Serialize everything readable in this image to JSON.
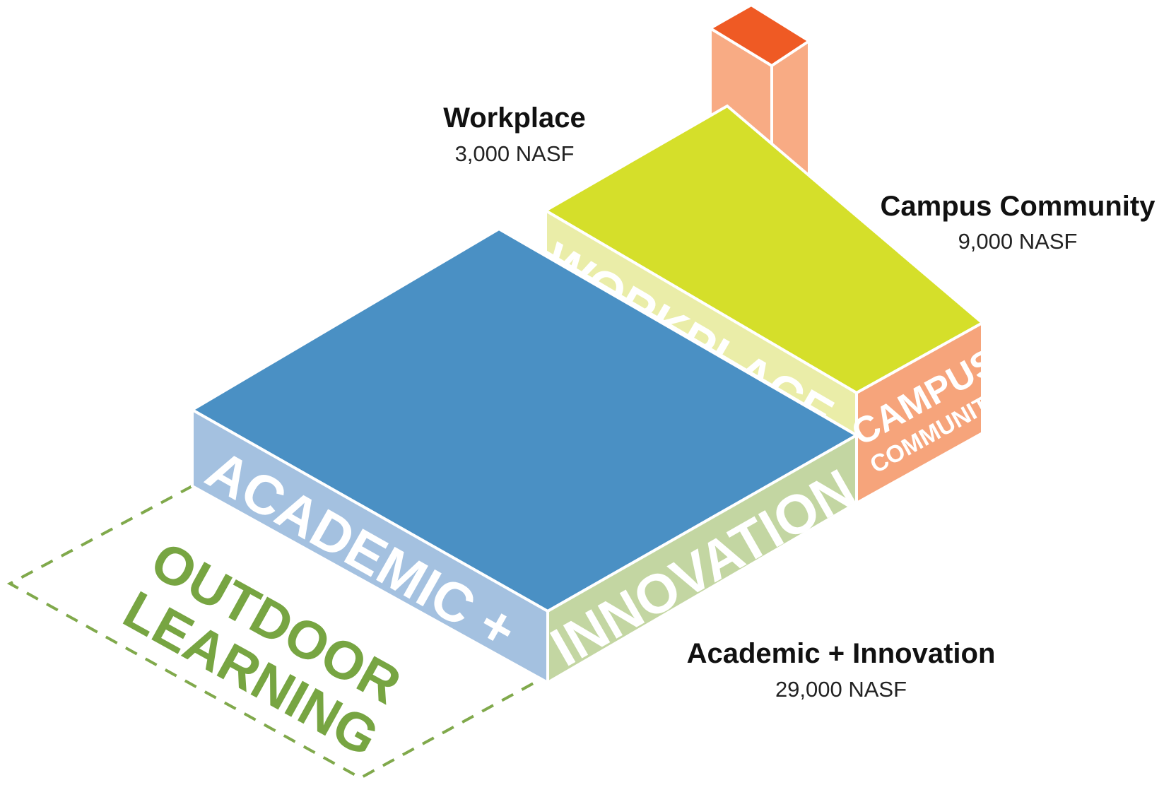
{
  "diagram": {
    "blocks": {
      "academic_innovation": {
        "face_label_left": "ACADEMIC +",
        "face_label_right": "INNOVATION",
        "callout_name": "Academic + Innovation",
        "callout_area": "29,000 NASF",
        "colors": {
          "top": "#4a90c4",
          "left": "#a4c1e0",
          "right": "#c3d6a2"
        }
      },
      "workplace": {
        "face_label": "WORKPLACE",
        "callout_name": "Workplace",
        "callout_area": "3,000 NASF",
        "colors": {
          "top": "#d5df2a",
          "side": "#eaeda8"
        }
      },
      "campus_community": {
        "face_label_line1": "CAMPUS",
        "face_label_line2": "COMMUNITY",
        "callout_name": "Campus Community",
        "callout_area": "9,000 NASF",
        "colors": {
          "face": "#f6a47b"
        }
      },
      "tower": {
        "colors": {
          "top": "#ef5a24",
          "side": "#f8ab84"
        }
      },
      "outdoor_learning": {
        "label_line1": "OUTDOOR",
        "label_line2": "LEARNING",
        "colors": {
          "text": "#77a542",
          "outline": "#80a94b"
        }
      }
    }
  }
}
